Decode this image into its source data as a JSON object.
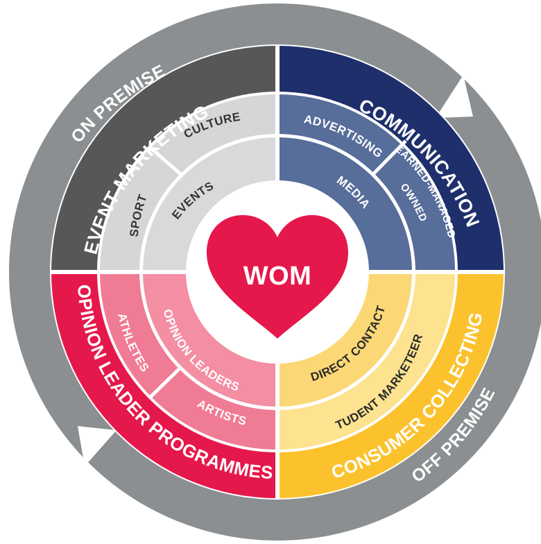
{
  "center": {
    "label": "WOM"
  },
  "outer_ring": {
    "top_label": "ON PREMISE",
    "bottom_label": "OFF PREMISE"
  },
  "quadrants": {
    "event_marketing": {
      "title": "EVENT MARKETING",
      "outer_items": [
        "SPORT",
        "CULTURE"
      ],
      "inner_item": "EVENTS"
    },
    "communication": {
      "title": "COMMUNICATION",
      "outer_items": [
        "ADVERTISING",
        "EARNED-MANAGED",
        "OWNED"
      ],
      "inner_item": "MEDIA"
    },
    "opinion_leader_programmes": {
      "title": "OPINION LEADER PROGRAMMES",
      "outer_items": [
        "ATHLETES",
        "ARTISTS"
      ],
      "inner_item": "OPINION LEADERS"
    },
    "consumer_collecting": {
      "title": "CONSUMER COLLECTING",
      "outer_items": [
        "STUDENT MARKETEERS"
      ],
      "inner_item": "DIRECT CONTACT"
    }
  },
  "colors": {
    "ring_gray": "#8b8f91",
    "event_dark": "#575757",
    "event_mid": "#c7c7c7",
    "event_light": "#d9d9d9",
    "comm_dark": "#1e2f6c",
    "comm_mid": "#576d9a",
    "olp_dark": "#e5184b",
    "olp_mid": "#f07b94",
    "olp_light": "#f38ea3",
    "cc_dark": "#fbc22d",
    "cc_mid": "#fcd776",
    "cc_light": "#fde28f",
    "heart": "#e5184b"
  }
}
